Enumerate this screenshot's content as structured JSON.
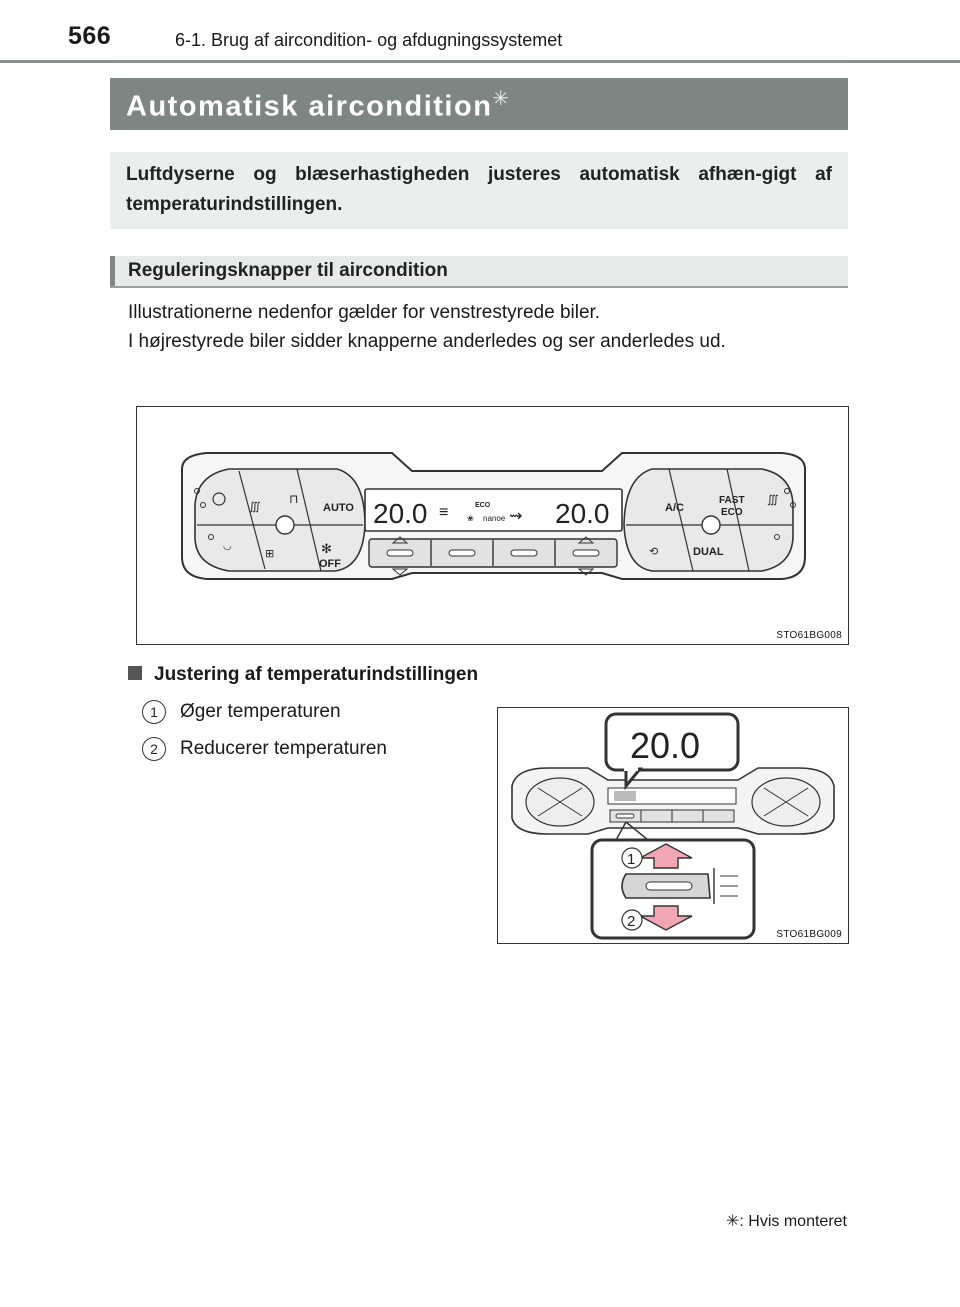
{
  "header": {
    "page_number": "566",
    "running_head": "6-1. Brug af aircondition- og afdugningssystemet"
  },
  "title": {
    "text": "Automatisk aircondition",
    "marker": "✳"
  },
  "intro": "Luftdyserne og blæserhastigheden justeres automatisk afhæn-gigt af temperaturindstillingen.",
  "subheading": "Reguleringsknapper til aircondition",
  "body": {
    "line1": "Illustrationerne nedenfor gælder for venstrestyrede biler.",
    "line2": "I højrestyrede biler sidder knapperne anderledes og ser anderledes ud."
  },
  "figure1": {
    "code": "STO61BG008",
    "panel": {
      "display_left": "20.0",
      "display_right": "20.0",
      "eco_label": "ECO",
      "nanoe_label": "nanoe",
      "auto_label": "AUTO",
      "off_label": "OFF",
      "ac_label": "A/C",
      "fast_label": "FAST",
      "fast_eco_label": "ECO",
      "dual_label": "DUAL"
    }
  },
  "section": {
    "heading": "Justering af temperaturindstillingen",
    "steps": [
      {
        "num": "1",
        "text": "Øger temperaturen"
      },
      {
        "num": "2",
        "text": "Reducerer temperaturen"
      }
    ]
  },
  "figure2": {
    "code": "STO61BG009",
    "display": "20.0",
    "callout1": "1",
    "callout2": "2"
  },
  "footnote": {
    "marker": "✳",
    "text": ": Hvis monteret"
  },
  "colors": {
    "title_band": "#7d8683",
    "intro_bg": "#eceeed",
    "arrow_pink": "#f3a7b5",
    "rule": "#8a8f8d"
  }
}
